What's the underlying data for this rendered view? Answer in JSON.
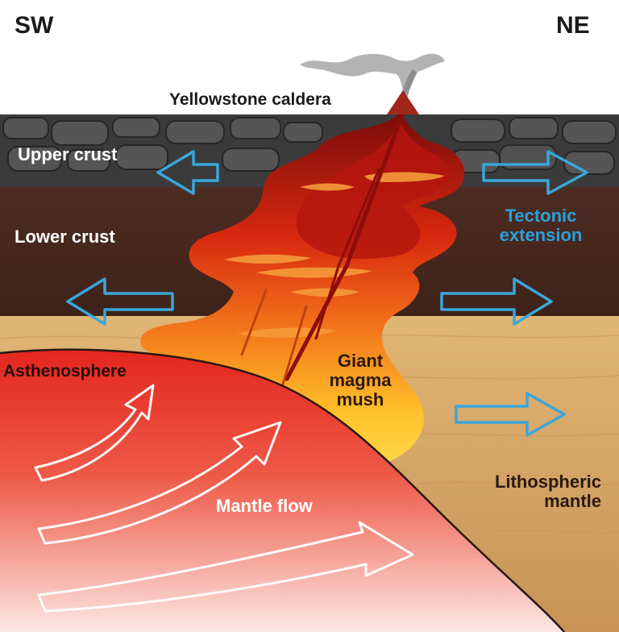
{
  "directions": {
    "west": "SW",
    "east": "NE"
  },
  "labels": {
    "caldera": "Yellowstone caldera",
    "upper_crust": "Upper crust",
    "lower_crust": "Lower crust",
    "tectonic_extension": "Tectonic\nextension",
    "giant_magma_mush": "Giant\nmagma\nmush",
    "asthenosphere": "Asthenosphere",
    "mantle_flow": "Mantle flow",
    "lithospheric_mantle": "Lithospheric\nmantle"
  },
  "colors": {
    "sky": "#ffffff",
    "upper_crust": "#3a3a3a",
    "lower_crust": "#4a2b22",
    "lithospheric_mantle": "#dcae6e",
    "asthenosphere": "#e8322a",
    "magma_hot": "#ffc12b",
    "magma_core": "#b3120e",
    "extension_arrows": "#3aa6d9",
    "flow_arrows": "#ffffff",
    "tectonic_text": "#2aa0dc"
  }
}
